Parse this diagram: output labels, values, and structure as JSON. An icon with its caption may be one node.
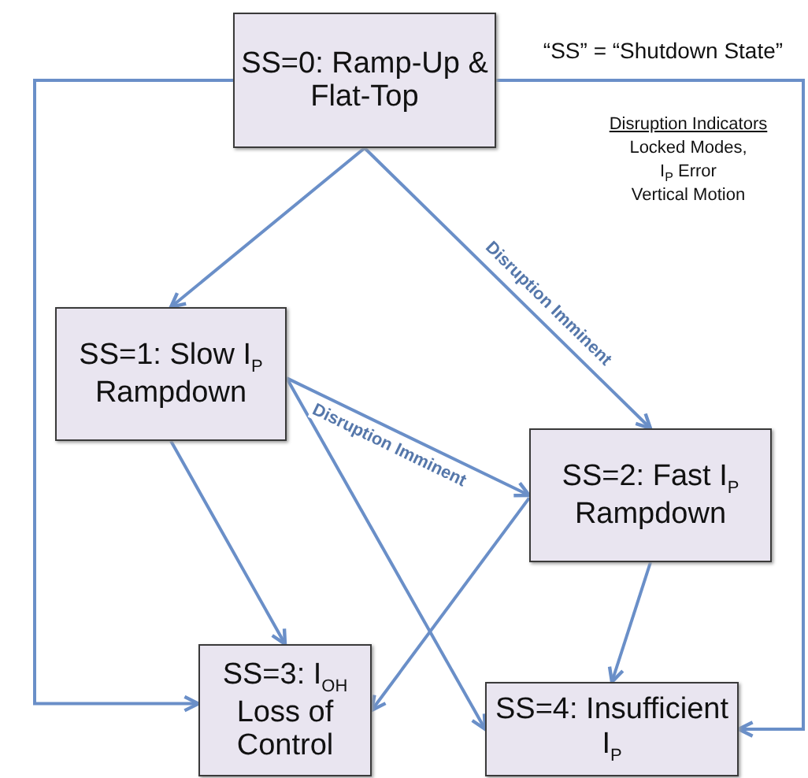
{
  "diagram": {
    "nodes": [
      {
        "text": [
          "SS=0: Ramp-Up & Flat-Top"
        ]
      },
      {
        "text": [
          "SS=1: Slow I$_{P}$ Rampdown"
        ]
      },
      {
        "text": [
          "SS=2: Fast I$_{P}$ Rampdown"
        ]
      },
      {
        "text": [
          "SS=3: I$_{OH}$ Loss of Control"
        ]
      },
      {
        "text": [
          "SS=4: Insufficient I$_{P}$"
        ]
      }
    ],
    "edges": [
      {
        "from": 0,
        "to": 1,
        "arrow": "to"
      },
      {
        "from": 0,
        "to": 2,
        "arrow": "to",
        "label": "Disruption Imminent"
      },
      {
        "from": 1,
        "to": 2,
        "arrow": "to",
        "label": "Disruption Imminent"
      },
      {
        "from": 1,
        "to": 3,
        "arrow": "to"
      },
      {
        "from": 1,
        "to": 4,
        "arrow": "to"
      },
      {
        "from": 2,
        "to": 3,
        "arrow": "to"
      },
      {
        "from": 2,
        "to": 4,
        "arrow": "to"
      },
      {
        "from": 0,
        "to": 3,
        "arrow": "to"
      },
      {
        "from": 0,
        "to": 4,
        "arrow": "to"
      }
    ],
    "labels": [
      "“SS” = “Shutdown State”",
      "Disruption Indicators",
      "Locked Modes,",
      "I$_{P}$ Error",
      "Vertical Motion"
    ]
  }
}
